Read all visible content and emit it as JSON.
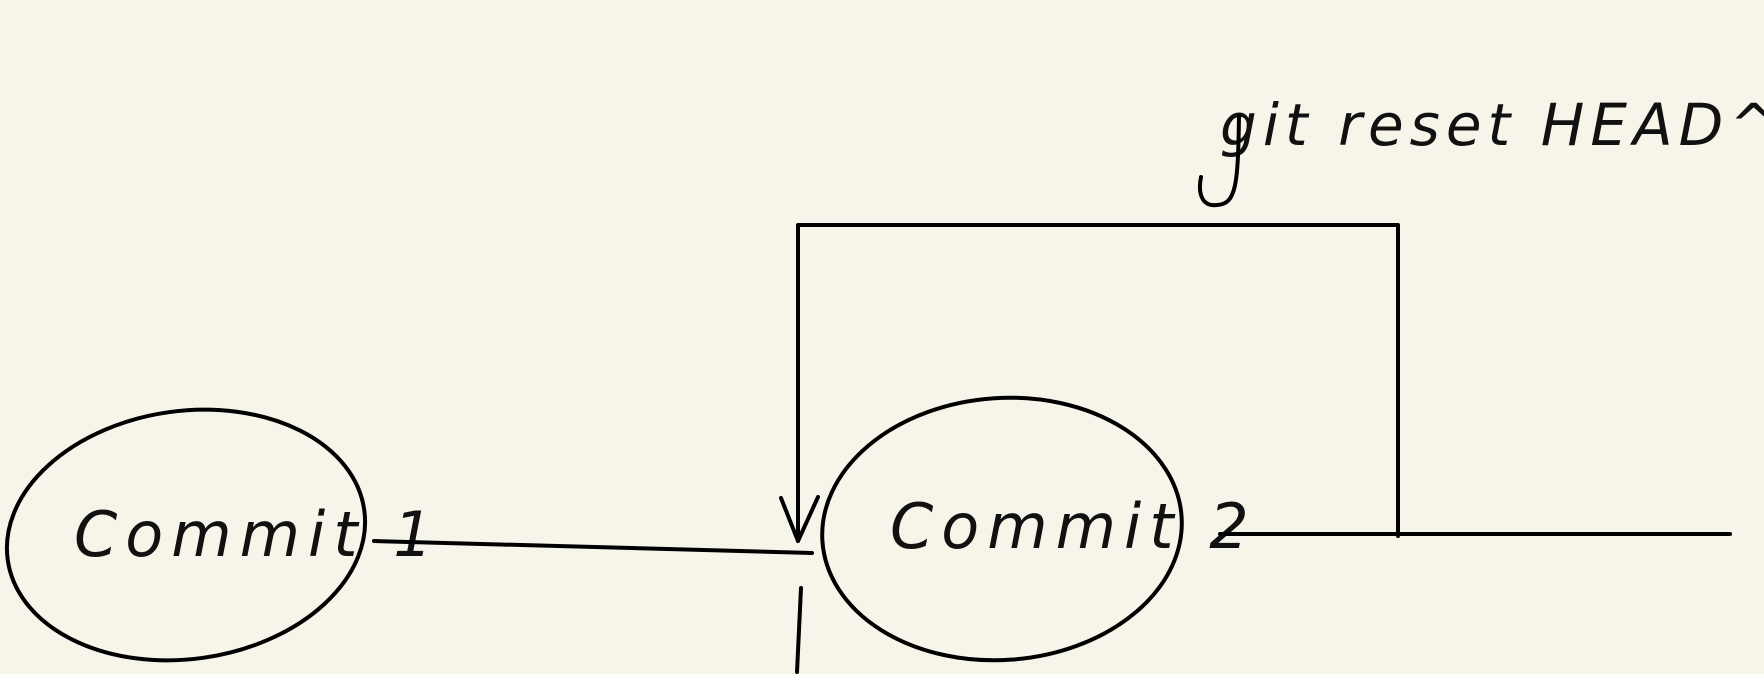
{
  "diagram": {
    "nodes": [
      {
        "id": "commit-1",
        "label": "Commit 1"
      },
      {
        "id": "commit-2",
        "label": "Commit 2"
      }
    ],
    "edges": [
      {
        "from": "commit-1",
        "to": "commit-2"
      },
      {
        "from": "commit-2",
        "to": "commit-2",
        "label": "git reset HEAD^"
      }
    ]
  },
  "labels": {
    "commit1": "Commit 1",
    "commit2": "Commit 2",
    "command": "git reset HEAD^"
  },
  "colors": {
    "background": "#f7f5ea",
    "ink": "#000000"
  }
}
